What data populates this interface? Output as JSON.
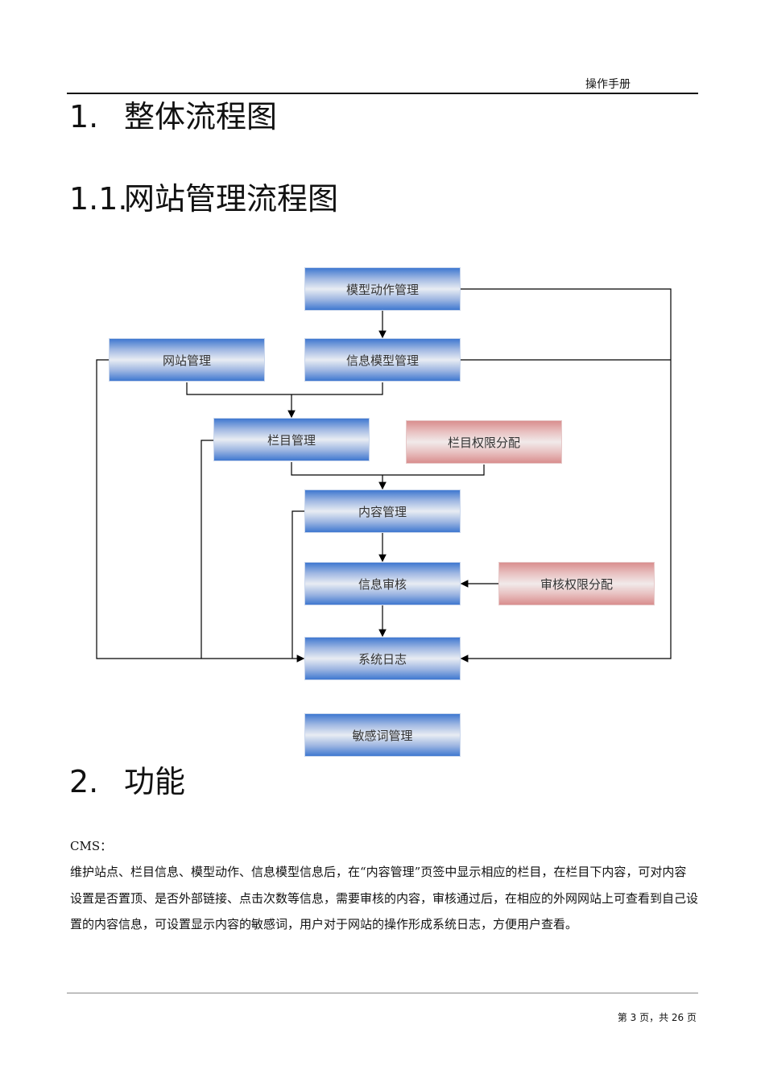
{
  "header": {
    "title": "操作手册"
  },
  "sections": [
    {
      "number": "1.",
      "title": "整体流程图"
    },
    {
      "number": "1.1.",
      "title": "网站管理流程图"
    },
    {
      "number": "2.",
      "title": "功能"
    }
  ],
  "flowchart": {
    "nodes": {
      "model_action": "模型动作管理",
      "site": "网站管理",
      "info_model": "信息模型管理",
      "column": "栏目管理",
      "column_perm": "栏目权限分配",
      "content": "内容管理",
      "review": "信息审核",
      "review_perm": "审核权限分配",
      "syslog": "系统日志",
      "sensitive": "敏感词管理"
    },
    "colors": {
      "blue": "#3f78d0",
      "pink": "#d98e8e"
    }
  },
  "body": {
    "label": "CMS：",
    "paragraph": "维护站点、栏目信息、模型动作、信息模型信息后，在“内容管理”页签中显示相应的栏目，在栏目下内容，可对内容设置是否置顶、是否外部链接、点击次数等信息，需要审核的内容，审核通过后，在相应的外网网站上可查看到自己设置的内容信息，可设置显示内容的敏感词，用户对于网站的操作形成系统日志，方便用户查看。"
  },
  "footer": {
    "page_info": "第 3 页，共 26 页"
  }
}
